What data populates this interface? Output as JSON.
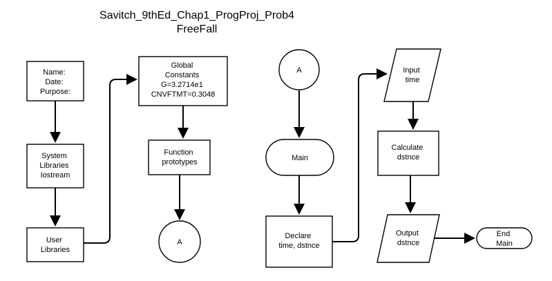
{
  "title": {
    "line1": "Savitch_9thEd_Chap1_ProgProj_Prob4",
    "line2": "FreeFall"
  },
  "nodes": {
    "header": [
      "Name:",
      "Date:",
      "Purpose:"
    ],
    "system_libraries": [
      "System",
      "Libraries",
      "Iostream"
    ],
    "user_libraries": [
      "User",
      "Libraries"
    ],
    "global_constants": [
      "Global",
      "Constants",
      "G=3.2714e1",
      "CNVFTMT=0.3048"
    ],
    "function_prototypes": [
      "Function",
      "prototypes"
    ],
    "connector_a_out": [
      "A"
    ],
    "connector_a_in": [
      "A"
    ],
    "main": [
      "Main"
    ],
    "declare": [
      "Declare",
      "time, dstnce"
    ],
    "input": [
      "Input",
      "time"
    ],
    "calculate": [
      "Calculate",
      "dstnce"
    ],
    "output": [
      "Output",
      "dstnce"
    ],
    "end_main": [
      "End",
      "Main"
    ]
  }
}
